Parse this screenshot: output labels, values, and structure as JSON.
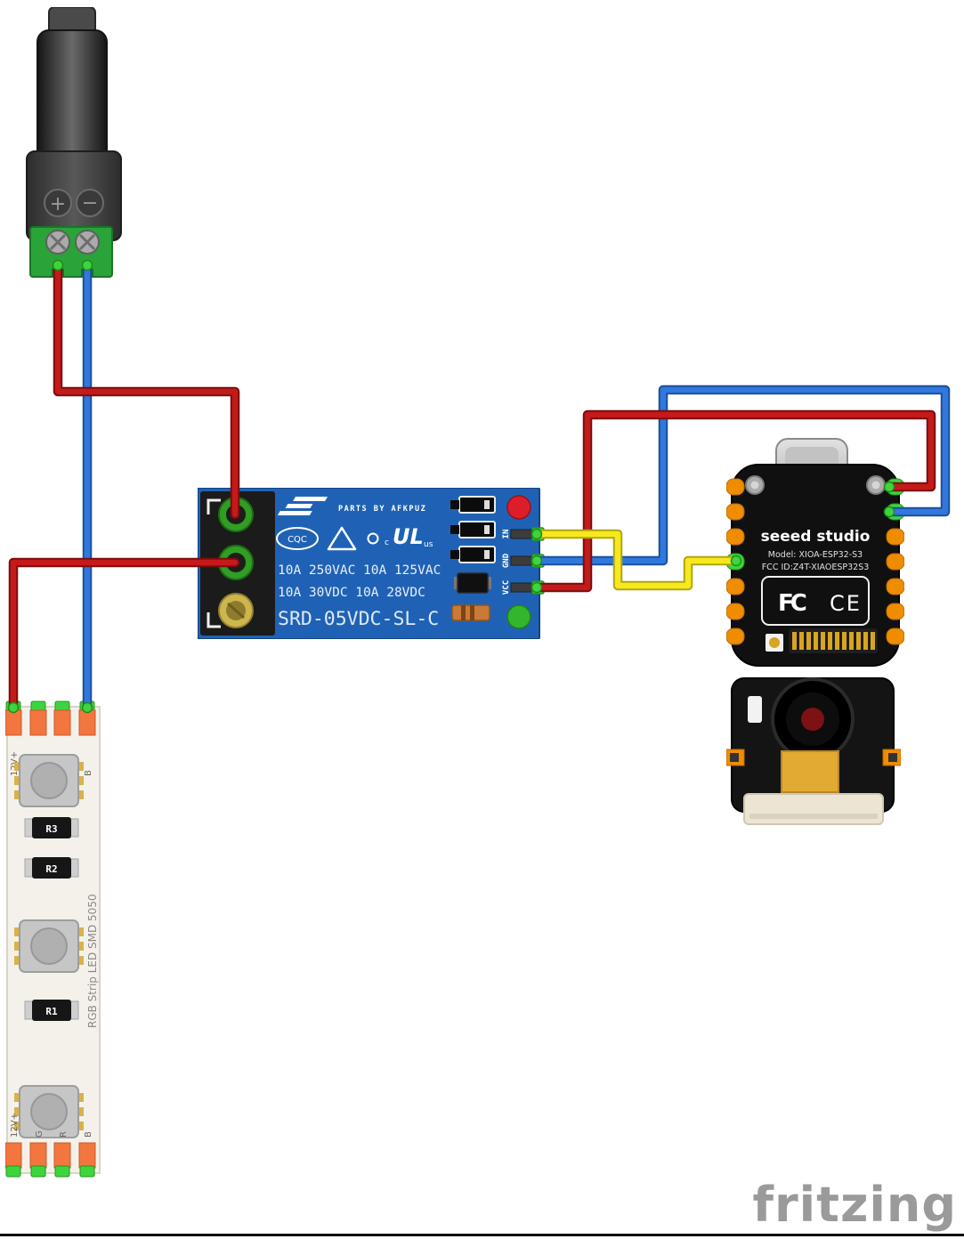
{
  "title": "Fritzing breadboard wiring diagram",
  "colors": {
    "wire_red": "#c41a1a",
    "wire_red_dark": "#7c0c0c",
    "wire_blue": "#3078dc",
    "wire_blue_dark": "#1c4f9e",
    "wire_yellow": "#f6e91e",
    "wire_yellow_dark": "#b1a40e",
    "connection_green": "#3ed43e",
    "relay_board_blue": "#1f62b5",
    "led_red": "#dd1e2a",
    "led_green": "#33b52d",
    "pad_orange": "#f08c00"
  },
  "power_jack": {
    "plus_label": "+",
    "minus_label": "−"
  },
  "relay": {
    "brand_text": "PARTS BY AFKPUZ",
    "cqc_label": "CQC",
    "ul_c": "c",
    "ul_mark": "UL",
    "ul_us": "us",
    "ratings_line1": "10A 250VAC 10A 125VAC",
    "ratings_line2": "10A 30VDC 10A 28VDC",
    "model": "SRD-05VDC-SL-C",
    "pins": [
      {
        "label": "IN"
      },
      {
        "label": "GND"
      },
      {
        "label": "VCC"
      }
    ]
  },
  "esp32": {
    "brand": "seeed studio",
    "model_line": "Model: XIOA-ESP32-S3",
    "fcc_line": "FCC ID:Z4T-XIAOESP32S3",
    "fcc_mark": "FC",
    "ce_mark": "CE"
  },
  "led_strip": {
    "side_label": "RGB Strip LED SMD 5050",
    "pads": [
      {
        "label": "12V+"
      },
      {
        "label": "G"
      },
      {
        "label": "R"
      },
      {
        "label": "B"
      }
    ],
    "resistors": [
      {
        "label": "R3"
      },
      {
        "label": "R2"
      },
      {
        "label": "R1"
      }
    ]
  },
  "footer": {
    "logo_text": "fritzing"
  }
}
